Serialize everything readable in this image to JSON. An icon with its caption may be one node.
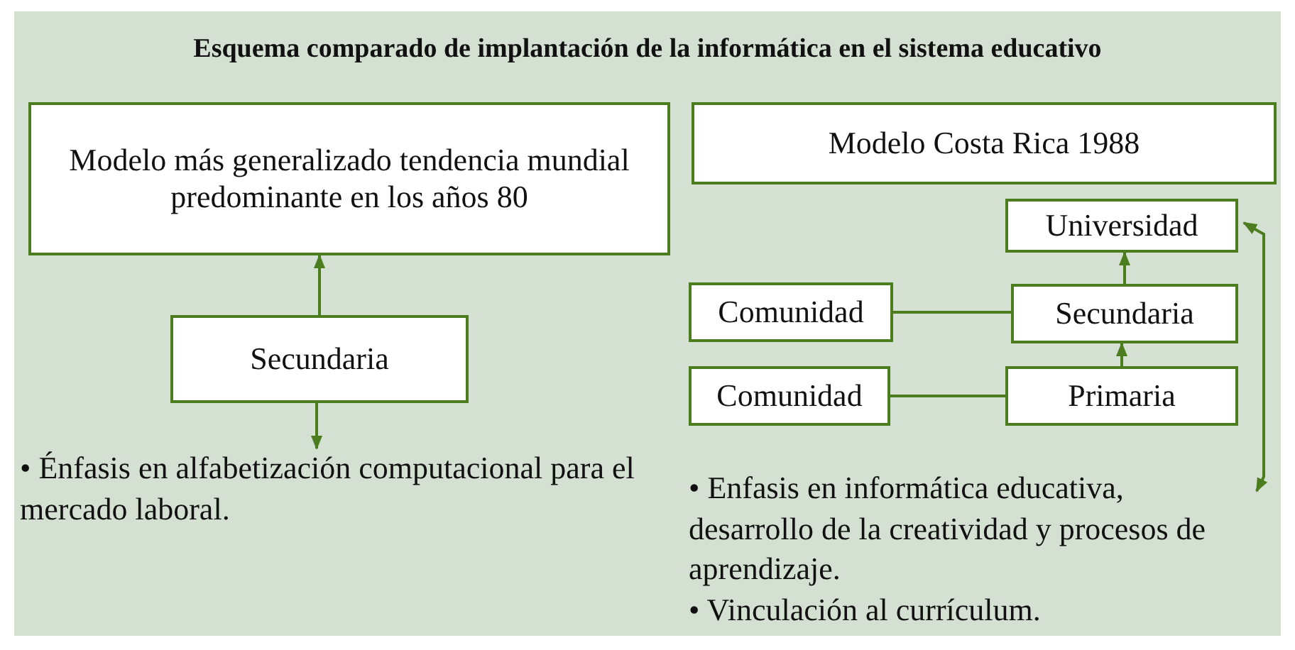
{
  "diagram": {
    "title": "Esquema comparado de implantación de la informática en el sistema educativo",
    "nodes": [
      {
        "text": [
          "Modelo más generalizado tendencia mundial predominante en los años 80"
        ]
      },
      {
        "text": [
          "Secundaria"
        ]
      },
      {
        "text": [
          "• Énfasis en alfabetización computacional para el mercado laboral."
        ]
      },
      {
        "text": [
          "Modelo Costa Rica 1988"
        ]
      },
      {
        "text": [
          "Universidad"
        ]
      },
      {
        "text": [
          "Comunidad"
        ]
      },
      {
        "text": [
          "Secundaria"
        ]
      },
      {
        "text": [
          "Comunidad"
        ]
      },
      {
        "text": [
          "Primaria"
        ]
      },
      {
        "text": [
          "•  Enfasis en informática educativa, desarrollo de la creatividad y procesos de aprendizaje.",
          "• Vinculación al currículum."
        ]
      }
    ],
    "edges": [
      {
        "from": 1,
        "to": 0,
        "arrow": "to"
      },
      {
        "from": 1,
        "to": 2,
        "arrow": "to"
      },
      {
        "from": 6,
        "to": 4,
        "arrow": "to"
      },
      {
        "from": 5,
        "to": 6,
        "arrow": "none"
      },
      {
        "from": 8,
        "to": 6,
        "arrow": "to"
      },
      {
        "from": 7,
        "to": 8,
        "arrow": "none"
      },
      {
        "from": 4,
        "to": 9,
        "arrow": "both"
      }
    ]
  }
}
